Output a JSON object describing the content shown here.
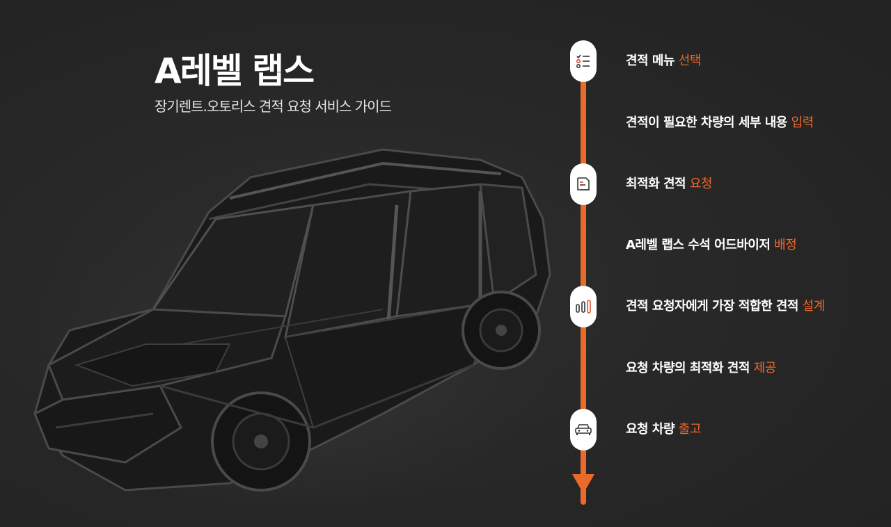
{
  "header": {
    "title": "A레벨 랩스",
    "subtitle": "장기렌트.오토리스 견적 요청 서비스 가이드"
  },
  "colors": {
    "accent": "#ea6a2a",
    "background": "#282828",
    "text": "#ffffff"
  },
  "steps": [
    {
      "text": "견적 메뉴 ",
      "highlight": "선택"
    },
    {
      "text": "견적이 필요한 차량의 세부 내용 ",
      "highlight": "입력"
    },
    {
      "text": "최적화 견적 ",
      "highlight": "요청"
    },
    {
      "text": "A레벨 랩스 수석 어드바이저 ",
      "highlight": "배정"
    },
    {
      "text": "견적 요청자에게 가장 적합한 견적 ",
      "highlight": "설계"
    },
    {
      "text": "요청 차량의 최적화 견적 ",
      "highlight": "제공"
    },
    {
      "text": "요청 차량 ",
      "highlight": "출고"
    }
  ],
  "icons": {
    "node1": "checklist-icon",
    "node2": "document-icon",
    "node3": "slider-bars-icon",
    "node4": "car-front-icon",
    "arrow": "arrow-down-icon",
    "image": "car-chassis-image"
  }
}
